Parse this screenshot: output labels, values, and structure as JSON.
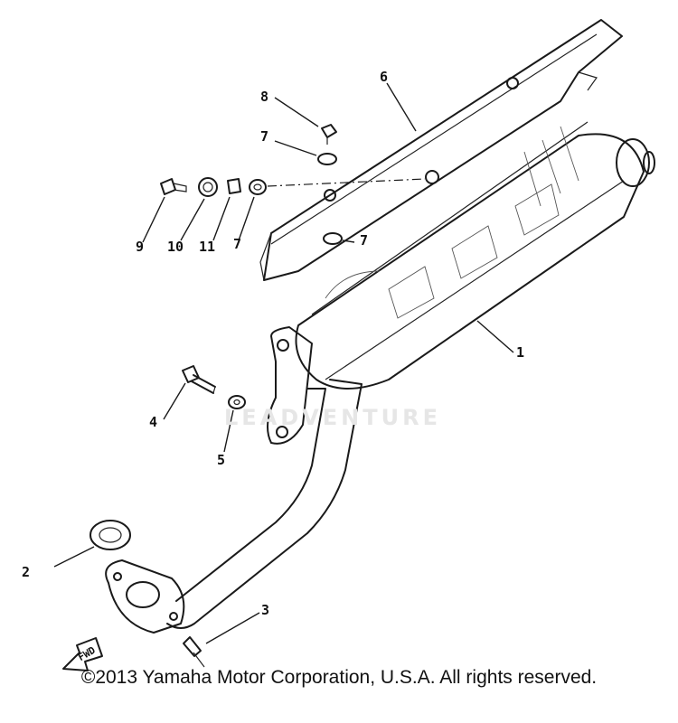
{
  "watermark": "LEADVENTURE",
  "copyright": "©2013 Yamaha Motor Corporation, U.S.A. All rights reserved.",
  "fwd_label": "FWD",
  "callouts": {
    "c1": "1",
    "c2": "2",
    "c3": "3",
    "c4": "4",
    "c5": "5",
    "c6": "6",
    "c7a": "7",
    "c7b": "7",
    "c7c": "7",
    "c8": "8",
    "c9": "9",
    "c10": "10",
    "c11": "11"
  }
}
